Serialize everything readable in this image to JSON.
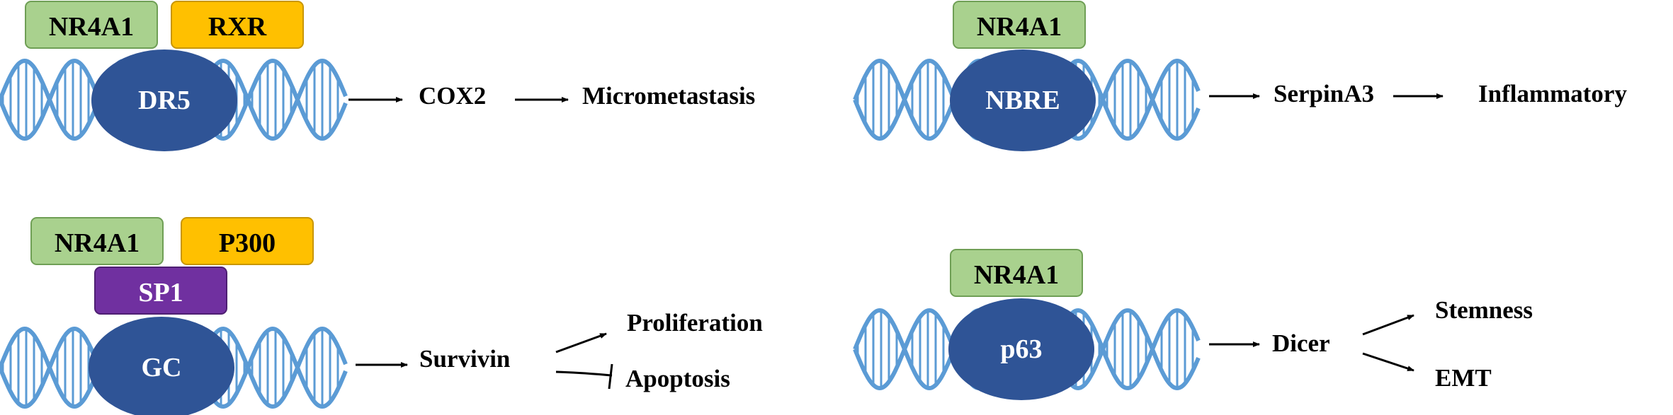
{
  "colors": {
    "dna": "#5b9bd5",
    "binding_site": "#2f5496",
    "nr4a1_fill": "#a9d18e",
    "nr4a1_stroke": "#6f9f55",
    "coactivator_fill": "#ffc000",
    "coactivator_stroke": "#c99600",
    "sp1_fill": "#7030a0",
    "arrow": "#000000"
  },
  "panel1": {
    "nr4a1": "NR4A1",
    "partner": "RXR",
    "site": "DR5",
    "target": "COX2",
    "outcome": "Micrometastasis"
  },
  "panel2": {
    "nr4a1": "NR4A1",
    "site": "NBRE",
    "target": "SerpinA3",
    "outcome": "Inflammatory"
  },
  "panel3": {
    "nr4a1": "NR4A1",
    "coactivator": "P300",
    "adaptor": "SP1",
    "site": "GC",
    "target": "Survivin",
    "outcome_up": "Proliferation",
    "outcome_down": "Apoptosis"
  },
  "panel4": {
    "nr4a1": "NR4A1",
    "site": "p63",
    "target": "Dicer",
    "outcome_up": "Stemness",
    "outcome_down": "EMT"
  }
}
